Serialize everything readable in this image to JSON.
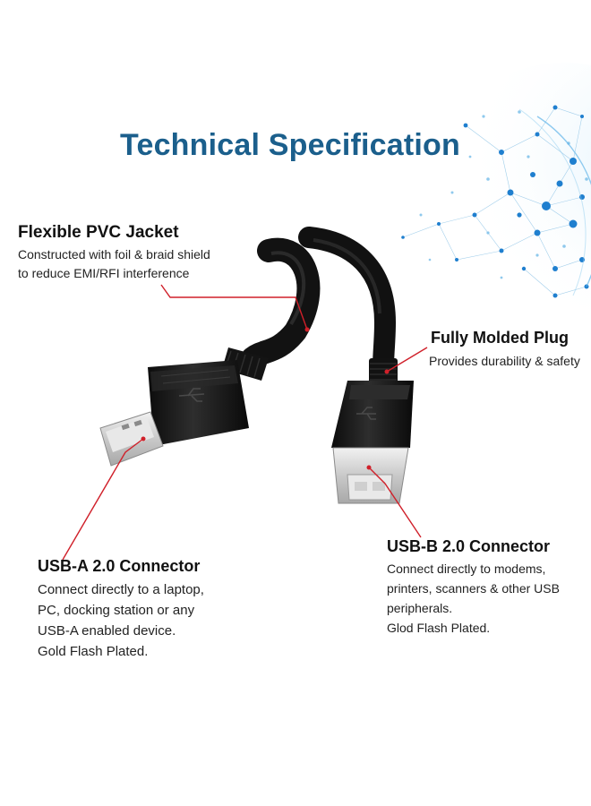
{
  "title": "Technical Specification",
  "colors": {
    "title": "#1b5f8c",
    "callout_line": "#d0202a",
    "globe": "#2a8fd6"
  },
  "callouts": {
    "pvc_jacket": {
      "heading": "Flexible PVC Jacket",
      "lines": [
        "Constructed with foil & braid shield",
        "to reduce EMI/RFI interference"
      ]
    },
    "molded_plug": {
      "heading": "Fully Molded Plug",
      "lines": [
        "Provides durability & safety"
      ]
    },
    "usb_a": {
      "heading": "USB-A 2.0 Connector",
      "lines": [
        "Connect directly to a laptop,",
        "PC, docking station or any",
        "USB-A enabled device.",
        "Gold Flash Plated."
      ]
    },
    "usb_b": {
      "heading": "USB-B 2.0 Connector",
      "lines": [
        "Connect directly to modems,",
        "printers, scanners & other USB",
        "peripherals.",
        "Glod Flash Plated."
      ]
    }
  },
  "icons": [
    "usb-trident-icon",
    "globe-network-graphic"
  ]
}
